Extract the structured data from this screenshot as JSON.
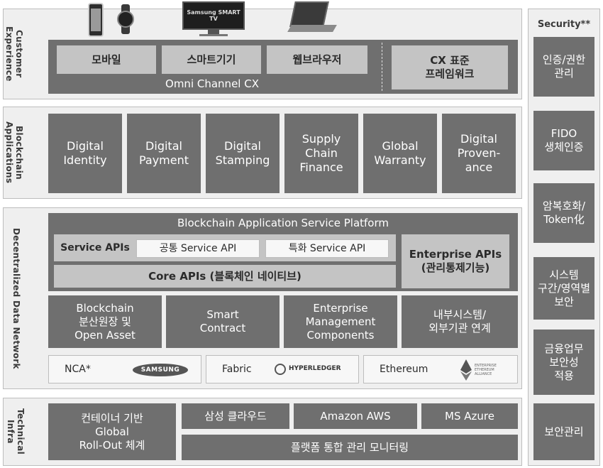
{
  "customer_experience": {
    "label": "Customer Experience",
    "boxes": [
      "모바일",
      "스마트기기",
      "웹브라우저"
    ],
    "cx_framework": "CX 표준\n프레임워크",
    "omni_channel": "Omni Channel CX",
    "tv_logo_text": "Samsung SMART TV"
  },
  "blockchain_applications": {
    "label": "Blockchain Applications",
    "apps": [
      "Digital\nIdentity",
      "Digital\nPayment",
      "Digital\nStamping",
      "Supply\nChain\nFinance",
      "Global\nWarranty",
      "Digital\nProven-\nance"
    ]
  },
  "decentralized_data_network": {
    "label": "Decentralized Data Network",
    "platform_title": "Blockchain Application Service Platform",
    "service_apis_label": "Service APIs",
    "common_api": "공통 Service API",
    "special_api": "특화 Service API",
    "core_apis": "Core APIs (블록체인 네이티브)",
    "enterprise_apis": "Enterprise APIs\n(관리통제기능)",
    "components": [
      "Blockchain\n분산원장 및\nOpen Asset",
      "Smart\nContract",
      "Enterprise\nManagement\nComponents",
      "내부시스템/\n외부기관 연계"
    ],
    "networks": [
      {
        "name": "NCA*",
        "logo": "SAMSUNG"
      },
      {
        "name": "Fabric",
        "logo": "HYPERLEDGER"
      },
      {
        "name": "Ethereum",
        "logo": "ENTERPRISE ETHEREUM ALLIANCE"
      }
    ]
  },
  "technical_infra": {
    "label": "Technical Infra",
    "container": "컨테이너 기반\nGlobal\nRoll-Out 체계",
    "clouds": [
      "삼성 클라우드",
      "Amazon AWS",
      "MS Azure"
    ],
    "monitoring": "플랫폼 통합 관리 모니터링"
  },
  "security": {
    "title": "Security**",
    "items": [
      "인증/권한\n관리",
      "FIDO\n생체인증",
      "암복호화/\nToken化",
      "시스템\n구간/영역별\n보안",
      "금융업무\n보안성\n적용",
      "보안관리"
    ]
  }
}
